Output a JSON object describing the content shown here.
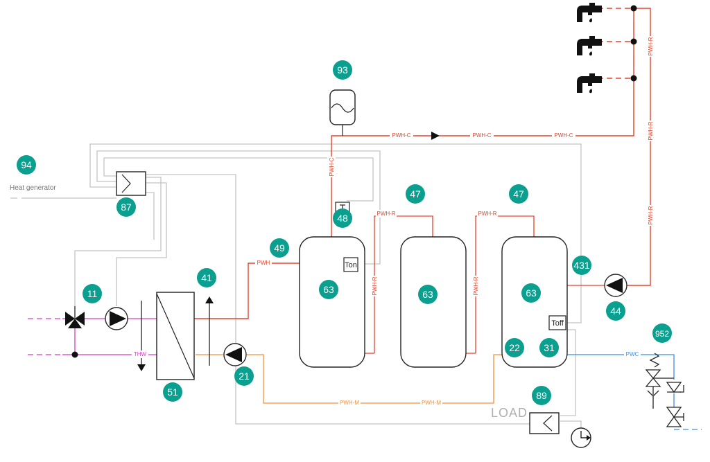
{
  "colors": {
    "badge": "#0a9f8e",
    "pwh": "#e5432b",
    "pwh_m": "#f0923a",
    "pwc": "#3b8fe0",
    "thw": "#d83fbf",
    "control": "#c4c4c4"
  },
  "labels": {
    "heat_generator": "Heat  generator",
    "load": "LOAD",
    "ton": "Ton",
    "toff": "Toff"
  },
  "pipe_labels": {
    "pwh_c": "PWH-C",
    "pwh_r": "PWH-R",
    "pwh": "PWH",
    "pwh_m": "PWH-M",
    "pwc": "PWC",
    "thw": "THW"
  },
  "badges": {
    "b94": "94",
    "b87": "87",
    "b93": "93",
    "b48": "48",
    "b47a": "47",
    "b47b": "47",
    "b49": "49",
    "b63a": "63",
    "b63b": "63",
    "b63c": "63",
    "b41": "41",
    "b11": "11",
    "b431": "431",
    "b44": "44",
    "b22": "22",
    "b31": "31",
    "b21": "21",
    "b51": "51",
    "b952": "952",
    "b89": "89"
  },
  "icons": [
    "faucet-icon",
    "pump-icon",
    "three-way-valve-icon",
    "heat-exchanger-icon",
    "expansion-vessel-icon",
    "check-valve-icon",
    "safety-valve-icon",
    "clock-icon",
    "thermometer-icon"
  ]
}
